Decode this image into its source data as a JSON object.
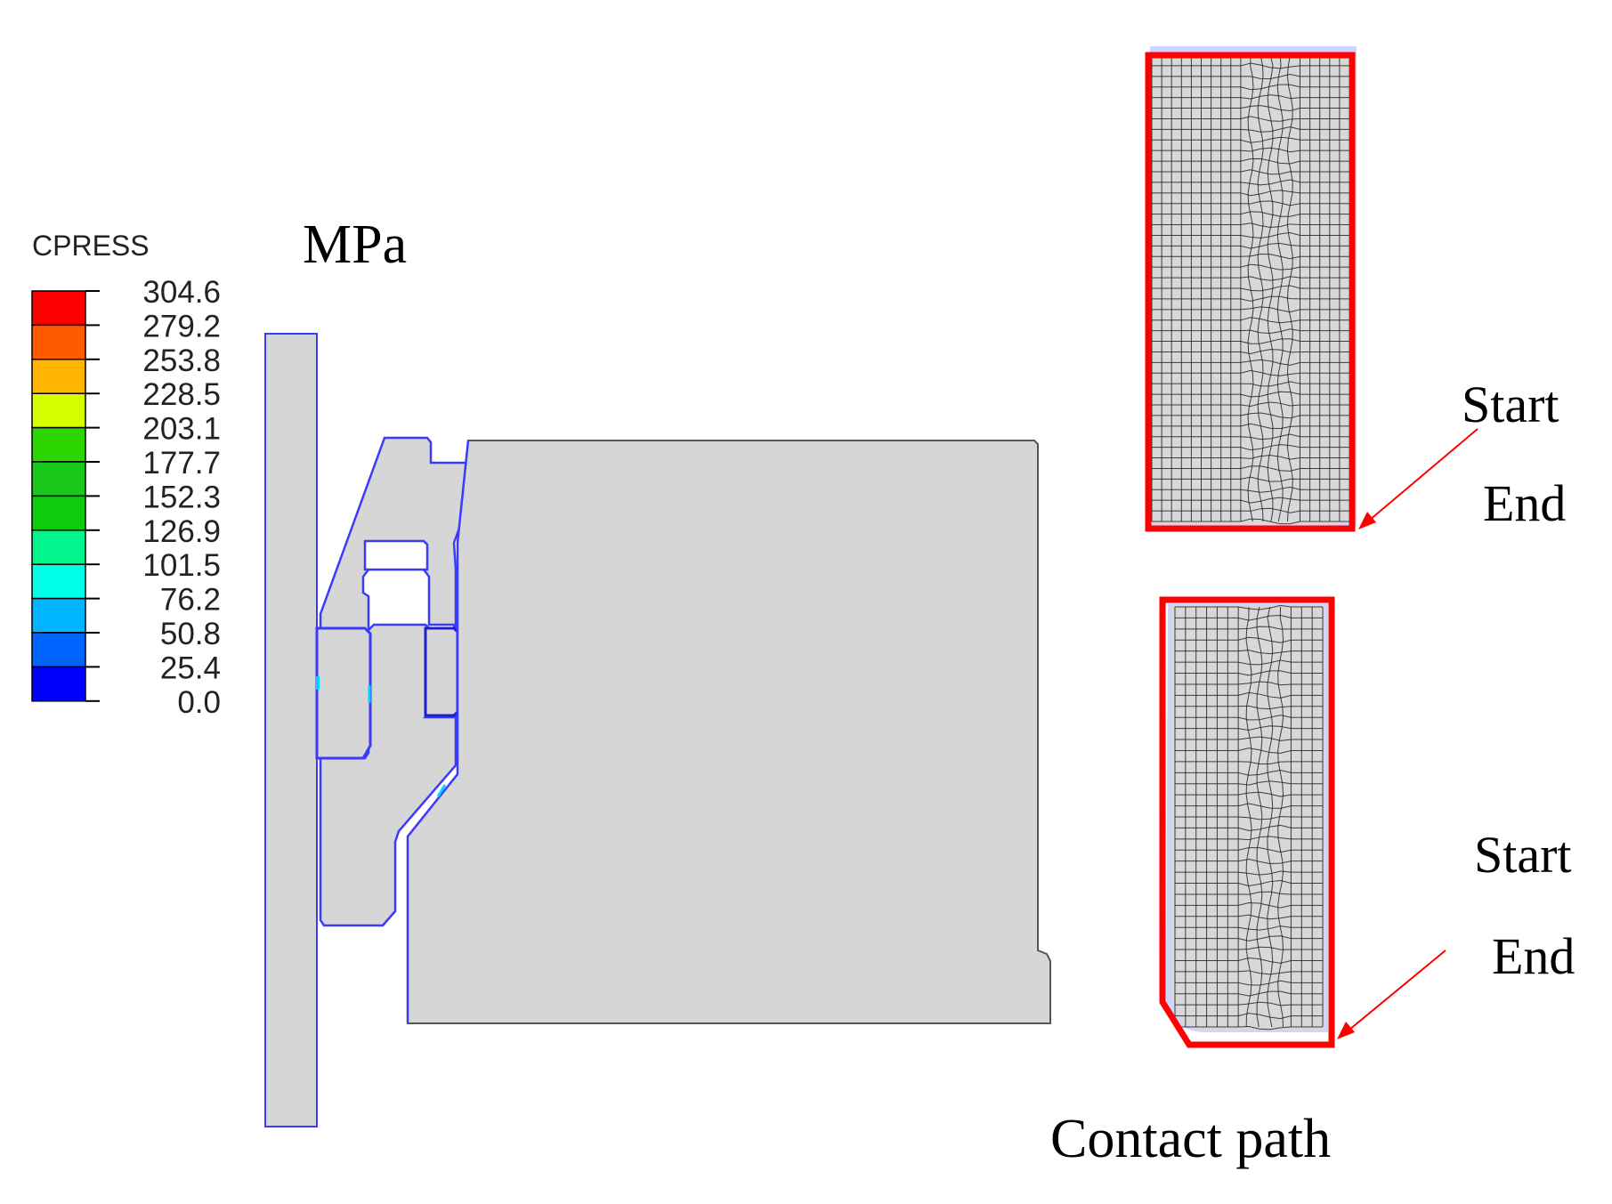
{
  "legend": {
    "title": "CPRESS",
    "unit": "MPa",
    "levels": [
      {
        "value": "304.6",
        "color": "#ff0000"
      },
      {
        "value": "279.2",
        "color": "#ff5a00"
      },
      {
        "value": "253.8",
        "color": "#ffb400"
      },
      {
        "value": "228.5",
        "color": "#d7ff00"
      },
      {
        "value": "203.1",
        "color": "#2cd400"
      },
      {
        "value": "177.7",
        "color": "#19c81a"
      },
      {
        "value": "152.3",
        "color": "#0dcc0d"
      },
      {
        "value": "126.9",
        "color": "#00f58c"
      },
      {
        "value": "101.5",
        "color": "#00ffe6"
      },
      {
        "value": "76.2",
        "color": "#00b4ff"
      },
      {
        "value": "50.8",
        "color": "#0064ff"
      },
      {
        "value": "25.4",
        "color": "#0000ff"
      },
      {
        "value": "0.0",
        "color": null
      }
    ]
  },
  "labels": {
    "upper_start": "Start",
    "upper_end": "End",
    "lower_start": "Start",
    "lower_end": "End",
    "contact_path": "Contact path"
  },
  "colors": {
    "path": "#ff0000",
    "outline": "#3b3bff",
    "part_fill": "#d6d6d6",
    "mesh_line": "#222222"
  }
}
